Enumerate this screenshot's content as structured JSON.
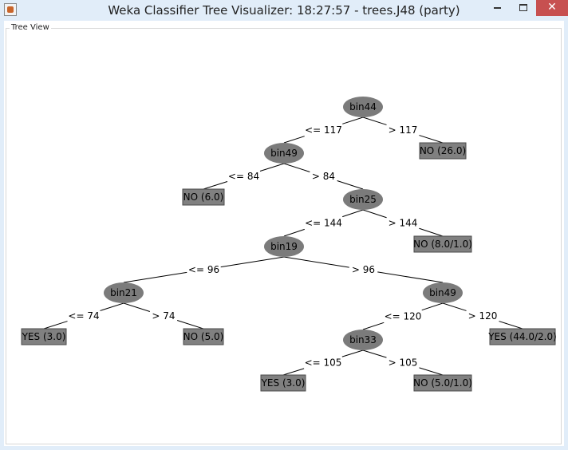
{
  "window": {
    "title": "Weka Classifier Tree Visualizer: 18:27:57 - trees.J48 (party)",
    "controls": {
      "minimize": "–",
      "maximize": "□",
      "close": "✕"
    }
  },
  "panel": {
    "title": "Tree View"
  },
  "tree": {
    "nodes": [
      {
        "id": "n1",
        "label": "bin44",
        "kind": "attribute"
      },
      {
        "id": "n2",
        "label": "NO (26.0)",
        "kind": "leaf"
      },
      {
        "id": "n3",
        "label": "bin49",
        "kind": "attribute"
      },
      {
        "id": "n4",
        "label": "NO (6.0)",
        "kind": "leaf"
      },
      {
        "id": "n5",
        "label": "bin25",
        "kind": "attribute"
      },
      {
        "id": "n6",
        "label": "NO (8.0/1.0)",
        "kind": "leaf"
      },
      {
        "id": "n7",
        "label": "bin19",
        "kind": "attribute"
      },
      {
        "id": "n8",
        "label": "bin21",
        "kind": "attribute"
      },
      {
        "id": "n9",
        "label": "bin49",
        "kind": "attribute"
      },
      {
        "id": "n10",
        "label": "YES (3.0)",
        "kind": "leaf"
      },
      {
        "id": "n11",
        "label": "NO (5.0)",
        "kind": "leaf"
      },
      {
        "id": "n12",
        "label": "bin33",
        "kind": "attribute"
      },
      {
        "id": "n13",
        "label": "YES (44.0/2.0)",
        "kind": "leaf"
      },
      {
        "id": "n14",
        "label": "YES (3.0)",
        "kind": "leaf"
      },
      {
        "id": "n15",
        "label": "NO (5.0/1.0)",
        "kind": "leaf"
      }
    ],
    "edges": [
      {
        "from": "n1",
        "to": "n3",
        "label": "<= 117"
      },
      {
        "from": "n1",
        "to": "n2",
        "label": "> 117"
      },
      {
        "from": "n3",
        "to": "n4",
        "label": "<= 84"
      },
      {
        "from": "n3",
        "to": "n5",
        "label": "> 84"
      },
      {
        "from": "n5",
        "to": "n7",
        "label": "<= 144"
      },
      {
        "from": "n5",
        "to": "n6",
        "label": "> 144"
      },
      {
        "from": "n7",
        "to": "n8",
        "label": "<= 96"
      },
      {
        "from": "n7",
        "to": "n9",
        "label": "> 96"
      },
      {
        "from": "n8",
        "to": "n10",
        "label": "<= 74"
      },
      {
        "from": "n8",
        "to": "n11",
        "label": "> 74"
      },
      {
        "from": "n9",
        "to": "n12",
        "label": "<= 120"
      },
      {
        "from": "n9",
        "to": "n13",
        "label": "> 120"
      },
      {
        "from": "n12",
        "to": "n14",
        "label": "<= 105"
      },
      {
        "from": "n12",
        "to": "n15",
        "label": "> 105"
      }
    ]
  }
}
